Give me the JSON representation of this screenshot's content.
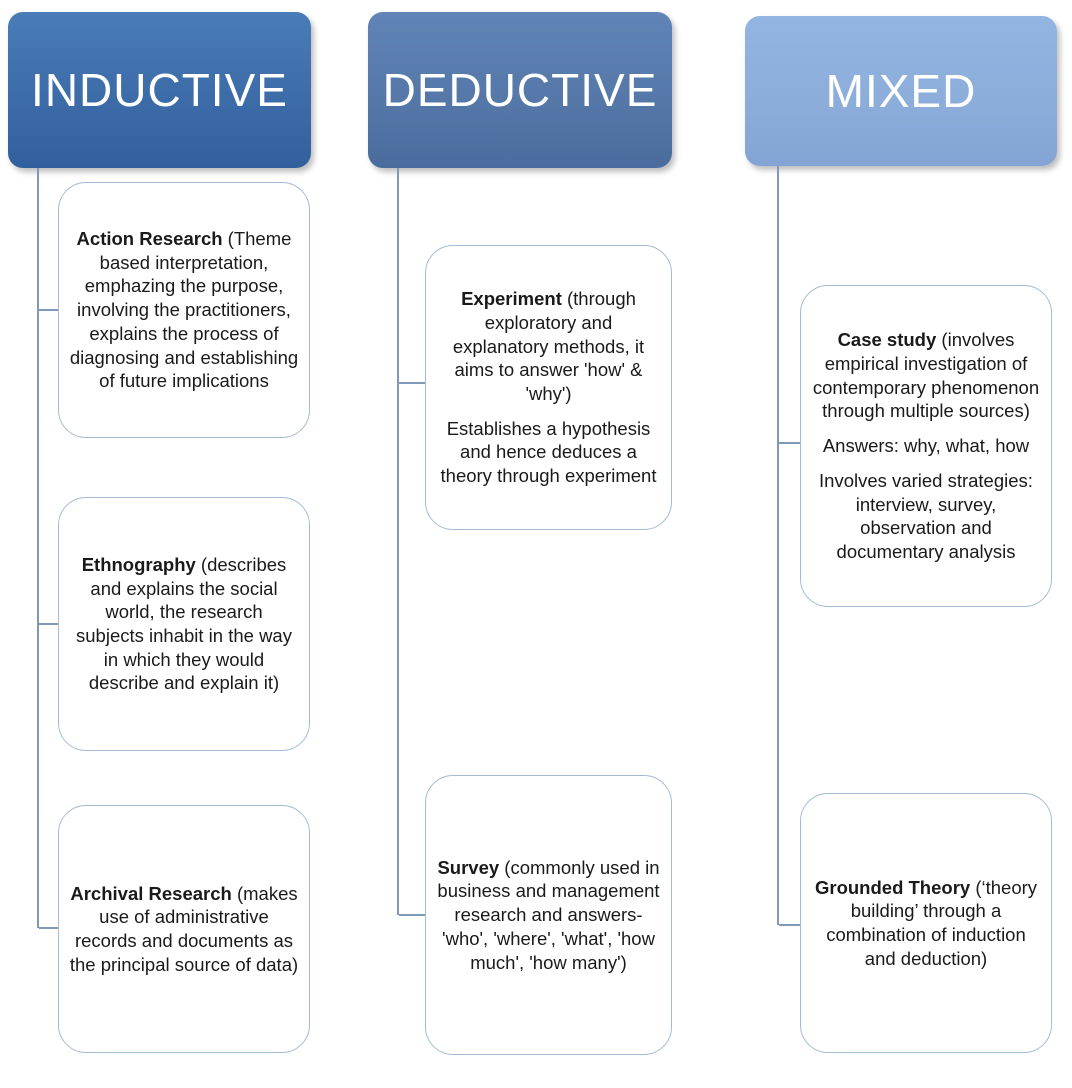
{
  "colors": {
    "inductive-top": "#4a7cb8",
    "inductive-mid": "#3f6fab",
    "inductive-bottom": "#32609c",
    "deductive-top": "#6084b5",
    "deductive-mid": "#5578a9",
    "deductive-bottom": "#4a6c9d",
    "mixed-top": "#93b5e2",
    "mixed-mid": "#8cadda",
    "mixed-bottom": "#83a4d4",
    "box-border": "#a3bcd6",
    "connector": "#8099b8",
    "header-text": "#ffffff",
    "body-text": "#1a1a1a"
  },
  "columns": [
    {
      "header": "INDUCTIVE",
      "boxes": [
        {
          "p1_b": "Action Research",
          "p1_r": " (Theme based interpretation, emphazing the purpose, involving the practitioners, explains the process of diagnosing and establishing of future implications"
        },
        {
          "p1_b": "Ethnography",
          "p1_r": " (describes and explains the social world, the research subjects inhabit in the way in which they would describe and explain it)"
        },
        {
          "p1_b": "Archival Research",
          "p1_r": " (makes use of administrative records and documents as the principal source of data)"
        }
      ]
    },
    {
      "header": "DEDUCTIVE",
      "boxes": [
        {
          "p1_b": "Experiment",
          "p1_r": " (through exploratory and explanatory methods, it aims to answer 'how' & 'why')",
          "p2_r": "Establishes a hypothesis and hence deduces a theory through experiment"
        },
        {
          "p1_b": "Survey",
          "p1_r": " (commonly used in business and management research and answers- 'who', 'where', 'what', 'how much', 'how many')"
        }
      ]
    },
    {
      "header": "MIXED",
      "boxes": [
        {
          "p1_b": "Case study",
          "p1_r": " (involves empirical investigation of contemporary phenomenon through multiple sources)",
          "p2_r": "Answers: why, what, how",
          "p3_r": "Involves varied strategies: interview, survey, observation and documentary analysis"
        },
        {
          "p1_b": "Grounded Theory",
          "p1_r": " (‘theory building’ through a combination of induction and deduction)"
        }
      ]
    }
  ]
}
